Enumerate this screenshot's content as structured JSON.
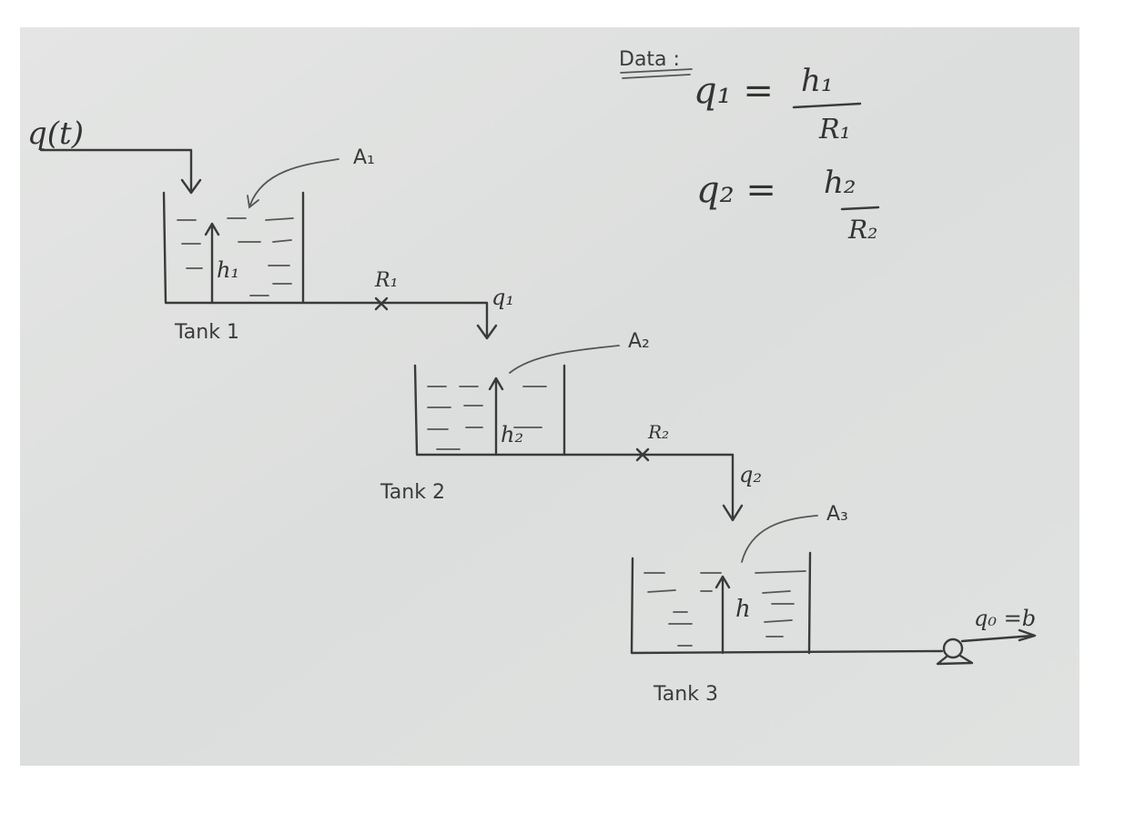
{
  "data_block": {
    "heading": "Data :",
    "eq1": {
      "lhs": "q₁ =",
      "num": "h₁",
      "den": "R₁"
    },
    "eq2": {
      "lhs": "q₂ =",
      "num": "h₂",
      "den": "R₂"
    }
  },
  "inflow_label": "q(t)",
  "tanks": [
    {
      "name": "Tank 1",
      "area": "A₁",
      "level": "h₁",
      "valve": "R₁",
      "outflow": "q₁"
    },
    {
      "name": "Tank 2",
      "area": "A₂",
      "level": "h₂",
      "valve": "R₂",
      "outflow": "q₂"
    },
    {
      "name": "Tank 3",
      "area": "A₃",
      "level": "h",
      "outflow": "q₀ =b"
    }
  ],
  "colors": {
    "paper": "#dfe1e0",
    "ink": "#3a3a3a",
    "border": "#ffffff"
  }
}
